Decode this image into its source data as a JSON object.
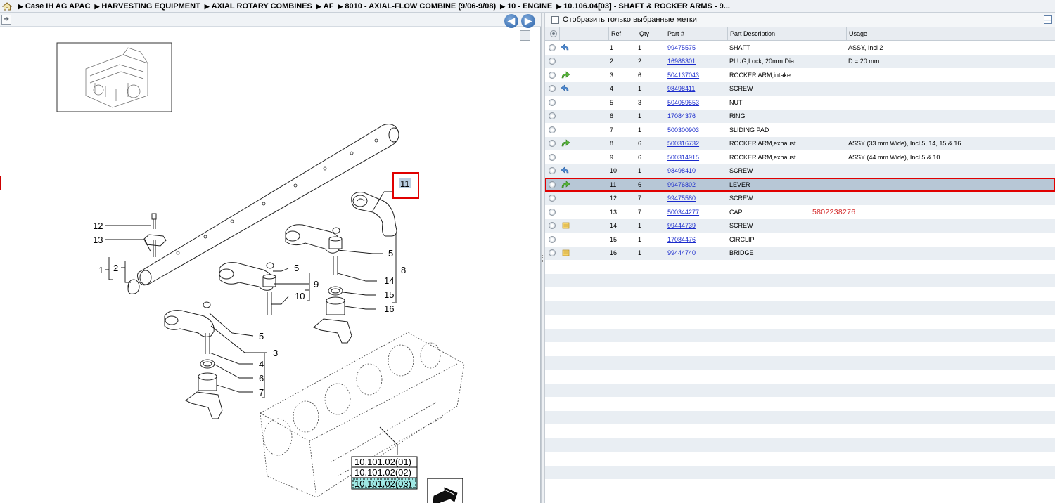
{
  "breadcrumb": [
    "Case IH AG APAC",
    "HARVESTING EQUIPMENT",
    "AXIAL ROTARY COMBINES",
    "AF",
    "8010 - AXIAL-FLOW COMBINE (9/06-9/08)",
    "10 - ENGINE",
    "10.106.04[03] - SHAFT & ROCKER ARMS - 9..."
  ],
  "filter": {
    "label": "Отобразить только выбранные метки",
    "checked": false
  },
  "grid": {
    "headers": {
      "ref": "Ref",
      "qty": "Qty",
      "part": "Part #",
      "desc": "Part Description",
      "usage": "Usage"
    },
    "rows": [
      {
        "ref": "1",
        "qty": "1",
        "part": "99475575",
        "desc": "SHAFT",
        "usage": "ASSY, Incl 2",
        "icon": "blue-back-arrow-icon"
      },
      {
        "ref": "2",
        "qty": "2",
        "part": "16988301",
        "desc": "PLUG,Lock, 20mm Dia",
        "usage": "D = 20 mm",
        "icon": ""
      },
      {
        "ref": "3",
        "qty": "6",
        "part": "504137043",
        "desc": "ROCKER ARM,intake",
        "usage": "",
        "icon": "green-forward-arrow-icon"
      },
      {
        "ref": "4",
        "qty": "1",
        "part": "98498411",
        "desc": "SCREW",
        "usage": "",
        "icon": "blue-back-arrow-icon"
      },
      {
        "ref": "5",
        "qty": "3",
        "part": "504059553",
        "desc": "NUT",
        "usage": "",
        "icon": ""
      },
      {
        "ref": "6",
        "qty": "1",
        "part": "17084376",
        "desc": "RING",
        "usage": "",
        "icon": ""
      },
      {
        "ref": "7",
        "qty": "1",
        "part": "500300903",
        "desc": "SLIDING PAD",
        "usage": "",
        "icon": ""
      },
      {
        "ref": "8",
        "qty": "6",
        "part": "500316732",
        "desc": "ROCKER ARM,exhaust",
        "usage": "ASSY (33 mm Wide), Incl  5, 14, 15 & 16",
        "icon": "green-forward-arrow-icon"
      },
      {
        "ref": "9",
        "qty": "6",
        "part": "500314915",
        "desc": "ROCKER ARM,exhaust",
        "usage": "ASSY (44 mm Wide), Incl  5 & 10",
        "icon": ""
      },
      {
        "ref": "10",
        "qty": "1",
        "part": "98498410",
        "desc": "SCREW",
        "usage": "",
        "icon": "blue-back-arrow-icon"
      },
      {
        "ref": "11",
        "qty": "6",
        "part": "99476802",
        "desc": "LEVER",
        "usage": "",
        "icon": "green-forward-arrow-icon",
        "selected": true
      },
      {
        "ref": "12",
        "qty": "7",
        "part": "99475580",
        "desc": "SCREW",
        "usage": "",
        "icon": ""
      },
      {
        "ref": "13",
        "qty": "7",
        "part": "500344277",
        "desc": "CAP",
        "usage": "",
        "icon": "",
        "note": "5802238276"
      },
      {
        "ref": "14",
        "qty": "1",
        "part": "99444739",
        "desc": "SCREW",
        "usage": "",
        "icon": "yellow-note-icon"
      },
      {
        "ref": "15",
        "qty": "1",
        "part": "17084476",
        "desc": "CIRCLIP",
        "usage": "",
        "icon": ""
      },
      {
        "ref": "16",
        "qty": "1",
        "part": "99444740",
        "desc": "BRIDGE",
        "usage": "",
        "icon": "yellow-note-icon"
      }
    ]
  },
  "diagram": {
    "callouts": [
      "1",
      "2",
      "3",
      "4",
      "5",
      "5",
      "5",
      "6",
      "7",
      "8",
      "9",
      "10",
      "11",
      "12",
      "13",
      "14",
      "15",
      "16"
    ],
    "refs": [
      "10.101.02(01)",
      "10.101.02(02)",
      "10.101.02(03)"
    ],
    "highlight_color": "#e00000",
    "selected_ref_bg": "#9fe8e4"
  }
}
